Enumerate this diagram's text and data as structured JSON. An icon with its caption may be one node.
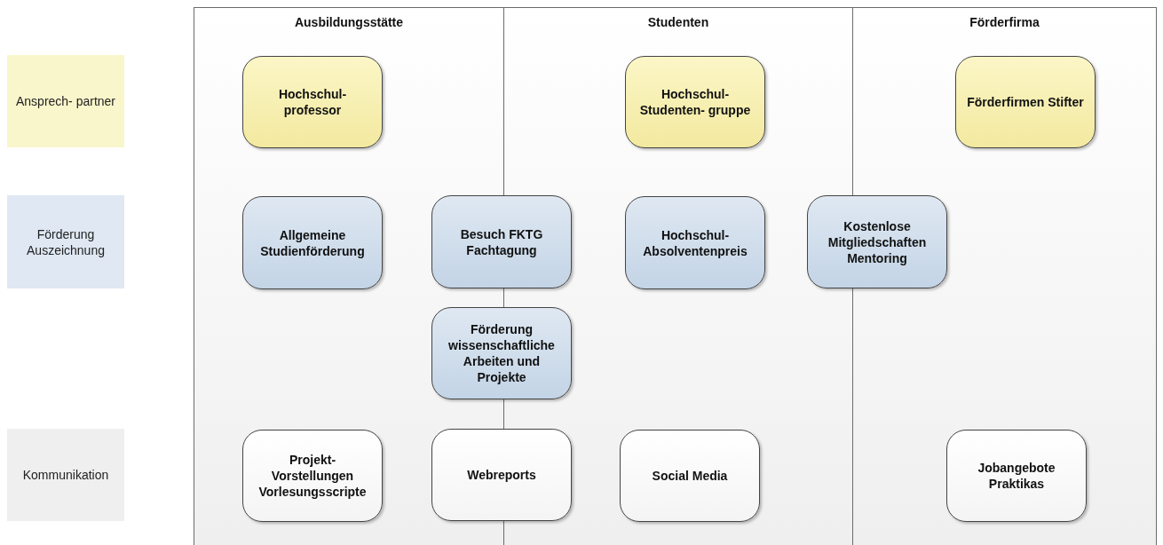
{
  "diagram": {
    "nodes": [
      {
        "text": [
          "Ausbildungsstätte"
        ]
      },
      {
        "text": [
          "Studenten"
        ]
      },
      {
        "text": [
          "Förderfirma"
        ]
      },
      {
        "text": [
          "Ansprech- partner"
        ]
      },
      {
        "text": [
          "Hochschul- professor"
        ],
        "in": 0
      },
      {
        "text": [
          "Hochschul- Studenten- gruppe"
        ],
        "in": 1
      },
      {
        "text": [
          "Förderfirmen Stifter"
        ],
        "in": 2
      },
      {
        "text": [
          "Förderung Auszeichnung"
        ]
      },
      {
        "text": [
          "Allgemeine Studienförderung"
        ],
        "in": 0
      },
      {
        "text": [
          "Besuch FKTG Fachtagung"
        ]
      },
      {
        "text": [
          "Hochschul- Absolventenpreis"
        ],
        "in": 1
      },
      {
        "text": [
          "Kostenlose Mitgliedschaften Mentoring"
        ]
      },
      {
        "text": [
          "Förderung wissenschaftliche Arbeiten und Projekte"
        ]
      },
      {
        "text": [
          "Kommunikation"
        ]
      },
      {
        "text": [
          "Projekt- Vorstellungen Vorlesungsscripte"
        ],
        "in": 0
      },
      {
        "text": [
          "Webreports"
        ]
      },
      {
        "text": [
          "Social Media"
        ],
        "in": 1
      },
      {
        "text": [
          "Jobangebote Praktikas"
        ],
        "in": 2
      }
    ]
  }
}
